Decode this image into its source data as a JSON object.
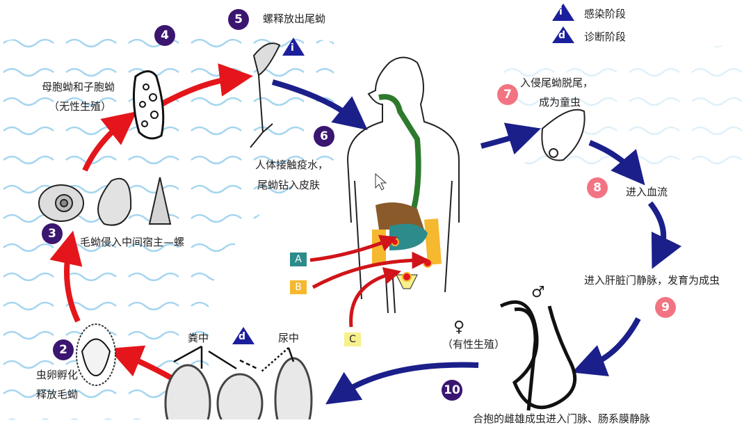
{
  "legend": [
    {
      "symbol": "i",
      "label": "感染阶段"
    },
    {
      "symbol": "d",
      "label": "诊断阶段"
    }
  ],
  "steps": [
    {
      "num": "2",
      "lines": [
        "虫卵孵化",
        "释放毛蚴"
      ]
    },
    {
      "num": "3",
      "lines": [
        "毛蚴侵入中间宿主—螺"
      ]
    },
    {
      "num": "4",
      "lines": [
        "母胞蚴和子胞蚴",
        "（无性生殖）"
      ]
    },
    {
      "num": "5",
      "lines": [
        "螺释放出尾蚴"
      ]
    },
    {
      "num": "6",
      "lines": [
        "人体接触疫水，",
        "尾蚴钻入皮肤"
      ]
    },
    {
      "num": "7",
      "lines": [
        "入侵尾蚴脱尾，",
        "成为童虫"
      ]
    },
    {
      "num": "8",
      "lines": [
        "进入血流"
      ]
    },
    {
      "num": "9",
      "lines": [
        "进入肝脏门静脉，发育为成虫"
      ]
    },
    {
      "num": "10",
      "lines": [
        "合抱的雌雄成虫进入门脉、肠系膜静脉"
      ]
    }
  ],
  "eggs": {
    "feces": "粪中",
    "urine": "尿中",
    "stage": "d"
  },
  "adults": {
    "label": "（有性生殖）",
    "female": "♀",
    "male": "♂"
  },
  "cercaria_stage": "i",
  "sites": [
    {
      "label": "A",
      "color": "#2e8b8b"
    },
    {
      "label": "B",
      "color": "#f5b82e"
    },
    {
      "label": "C",
      "color": "#f7f08c"
    }
  ],
  "colors": {
    "step_purple": "#3b1670",
    "step_pink": "#f27482",
    "arrow_red": "#e4161b",
    "arrow_blue": "#1b1f8a",
    "water": "#9fd3ee",
    "stage_triangle": "#1c1f9c"
  }
}
